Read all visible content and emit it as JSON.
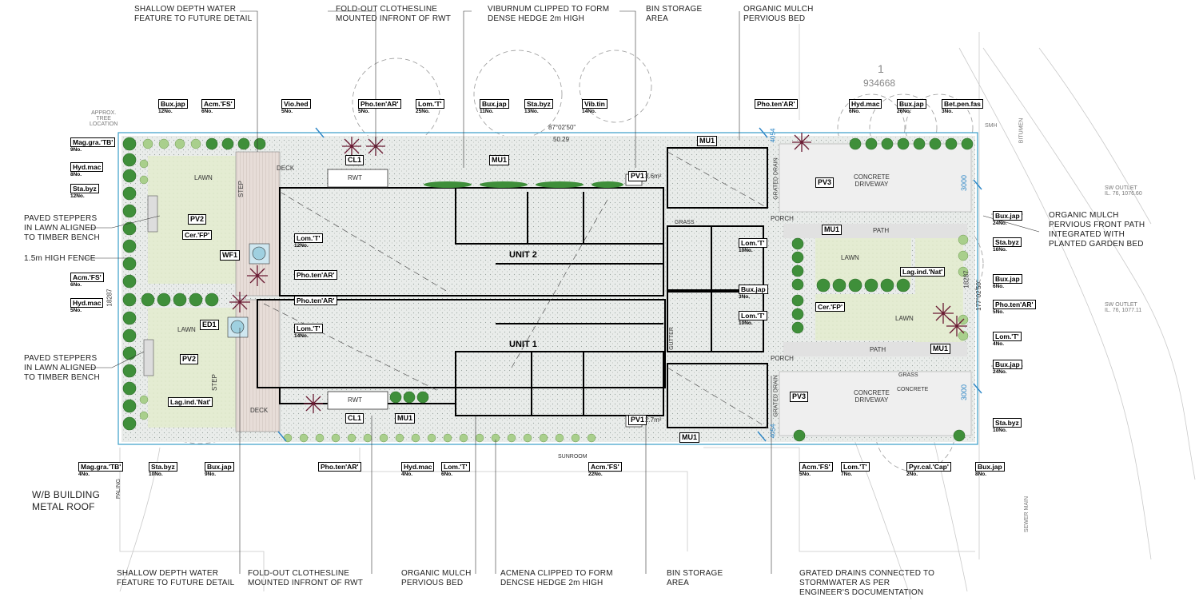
{
  "callouts_top": [
    "SHALLOW DEPTH WATER\nFEATURE TO FUTURE DETAIL",
    "FOLD-OUT CLOTHESLINE\nMOUNTED INFRONT OF RWT",
    "VIBURNUM CLIPPED TO FORM\nDENSE HEDGE 2m HIGH",
    "BIN STORAGE\nAREA",
    "ORGANIC MULCH\nPERVIOUS BED"
  ],
  "callouts_bottom": [
    "SHALLOW DEPTH WATER\nFEATURE TO FUTURE DETAIL",
    "FOLD-OUT CLOTHESLINE\nMOUNTED INFRONT OF RWT",
    "ORGANIC MULCH\nPERVIOUS BED",
    "ACMENA CLIPPED TO FORM\nDENCSE HEDGE 2m HIGH",
    "BIN STORAGE\nAREA",
    "GRATED DRAINS CONNECTED TO\nSTORMWATER AS PER\nENGINEER'S DOCUMENTATION"
  ],
  "callouts_left": [
    "PAVED STEPPERS\nIN LAWN ALIGNED\nTO TIMBER BENCH",
    "1.5m HIGH FENCE",
    "PAVED STEPPERS\nIN LAWN ALIGNED\nTO TIMBER BENCH",
    "W/B BUILDING\nMETAL ROOF"
  ],
  "callouts_right": [
    "ORGANIC MULCH\nPERVIOUS FRONT PATH\nINTEGRATED WITH\nPLANTED GARDEN BED"
  ],
  "plant_tags": [
    {
      "code": "Bux.jap",
      "qty": "12No."
    },
    {
      "code": "Acm.'FS'",
      "qty": "6No."
    },
    {
      "code": "Vio.hed",
      "qty": "5No."
    },
    {
      "code": "Pho.ten'AR'",
      "qty": "5No."
    },
    {
      "code": "Lom.'T'",
      "qty": "25No."
    },
    {
      "code": "Bux.jap",
      "qty": "11No."
    },
    {
      "code": "Sta.byz",
      "qty": "13No."
    },
    {
      "code": "Vib.tin",
      "qty": "14No."
    },
    {
      "code": "Pho.ten'AR'",
      "qty": ""
    },
    {
      "code": "Hyd.mac",
      "qty": "6No."
    },
    {
      "code": "Bux.jap",
      "qty": "26No."
    },
    {
      "code": "Bet.pen.fas",
      "qty": "3No."
    },
    {
      "code": "Mag.gra.'TB'",
      "qty": "9No."
    },
    {
      "code": "Hyd.mac",
      "qty": "8No."
    },
    {
      "code": "Sta.byz",
      "qty": "12No."
    },
    {
      "code": "Acm.'FS'",
      "qty": "6No."
    },
    {
      "code": "Hyd.mac",
      "qty": "5No."
    },
    {
      "code": "Lom.'T'",
      "qty": "12No."
    },
    {
      "code": "Pho.ten'AR'",
      "qty": ""
    },
    {
      "code": "Pho.ten'AR'",
      "qty": ""
    },
    {
      "code": "Lom.'T'",
      "qty": "14No."
    },
    {
      "code": "Lom.'T'",
      "qty": "10No."
    },
    {
      "code": "Bux.jap",
      "qty": "3No."
    },
    {
      "code": "Lom.'T'",
      "qty": "10No."
    },
    {
      "code": "Lag.ind.'Nat'",
      "qty": ""
    },
    {
      "code": "Cer.'FP'",
      "qty": ""
    },
    {
      "code": "Bux.jap",
      "qty": "24No."
    },
    {
      "code": "Sta.byz",
      "qty": "16No."
    },
    {
      "code": "Bux.jap",
      "qty": "6No."
    },
    {
      "code": "Pho.ten'AR'",
      "qty": "5No."
    },
    {
      "code": "Lom.'T'",
      "qty": "4No."
    },
    {
      "code": "Bux.jap",
      "qty": "24No."
    },
    {
      "code": "Sta.byz",
      "qty": "10No."
    },
    {
      "code": "Bux.jap",
      "qty": "8No."
    },
    {
      "code": "Mag.gra.'TB'",
      "qty": "4No."
    },
    {
      "code": "Sta.byz",
      "qty": "10No."
    },
    {
      "code": "Bux.jap",
      "qty": "9No."
    },
    {
      "code": "Pho.ten'AR'",
      "qty": ""
    },
    {
      "code": "Hyd.mac",
      "qty": "4No."
    },
    {
      "code": "Lom.'T'",
      "qty": "6No."
    },
    {
      "code": "Acm.'FS'",
      "qty": "22No."
    },
    {
      "code": "Acm.'FS'",
      "qty": "5No."
    },
    {
      "code": "Lom.'T'",
      "qty": "7No."
    },
    {
      "code": "Pyr.cal.'Cap'",
      "qty": "2No."
    },
    {
      "code": "Cer.'FP'",
      "qty": ""
    },
    {
      "code": "Lag.ind.'Nat'",
      "qty": ""
    }
  ],
  "boxed_labels": [
    "CL1",
    "MU1",
    "PV1",
    "MU1",
    "PV3",
    "PV2",
    "WF1",
    "MU1",
    "ED1",
    "PV2",
    "CL1",
    "MU1",
    "PV1",
    "MU1",
    "PV3",
    "MU1"
  ],
  "area_labels": [
    "LAWN",
    "DECK",
    "STEP",
    "RWT",
    "LAWN",
    "DECK",
    "STEP",
    "RWT",
    "PORCH",
    "PATH",
    "LAWN",
    "PORCH",
    "PATH",
    "LAWN",
    "CONCRETE\nDRIVEWAY",
    "CONCRETE\nDRIVEWAY",
    "GRATED DRAIN",
    "GRATED DRAIN",
    "GRASS",
    "GRASS",
    "CONCRETE",
    "SUNROOM",
    "PALING",
    "GUTTER"
  ],
  "unit_labels": [
    "UNIT 2",
    "UNIT 1"
  ],
  "dimensions": [
    "87°02'50\"",
    "50.29",
    "3.6m²",
    "2.7m²",
    "3000",
    "3000",
    "18287",
    "18287",
    "177°02'50\"",
    "4054",
    "4054"
  ],
  "site_labels": [
    "1",
    "934668",
    "APPROX.\nTREE\nLOCATION",
    "BITUMEN",
    "SW OUTLET\nIL. 76, 1076.60",
    "SW OUTLET\nIL. 76, 1077.11",
    "SMH",
    "SEWER MAIN"
  ]
}
